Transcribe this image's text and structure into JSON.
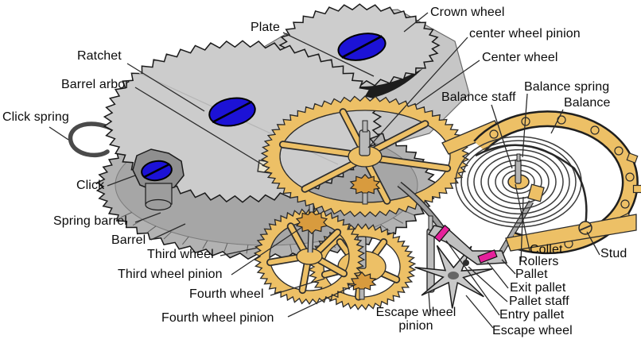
{
  "figure": {
    "kind": "labeled-diagram"
  },
  "labels": {
    "plate": "Plate",
    "crown_wheel": "Crown wheel",
    "center_wheel_pinion": "center wheel pinion",
    "center_wheel": "Center wheel",
    "ratchet": "Ratchet",
    "barrel_arbor": "Barrel arbor",
    "balance_spring": "Balance spring",
    "balance_staff": "Balance staff",
    "balance": "Balance",
    "click_spring": "Click spring",
    "click": "Click",
    "spring_barrel": "Spring barrel",
    "barrel": "Barrel",
    "third_wheel": "Third wheel",
    "third_wheel_pinion": "Third wheel pinion",
    "fourth_wheel": "Fourth wheel",
    "fourth_wheel_pinion": "Fourth wheel pinion",
    "escape_wheel_pinion": "Escape wheel pinion",
    "escape_wheel": "Escape wheel",
    "entry_pallet": "Entry pallet",
    "pallet_staff": "Pallet staff",
    "exit_pallet": "Exit pallet",
    "pallet": "Pallet",
    "rollers": "Rollers",
    "collet": "Collet",
    "stud": "Stud"
  },
  "colors": {
    "gear_gold": "#edc066",
    "gear_gold_dark": "#d89b3e",
    "steel_light": "#cccccc",
    "steel_mid": "#b2b2b2",
    "screw_blue": "#1c12d6",
    "jewel_magenta": "#e5219b",
    "outline": "#1a1a1a",
    "leader_line": "#2b2b2b"
  }
}
